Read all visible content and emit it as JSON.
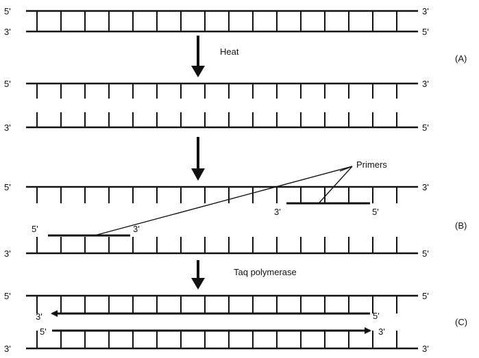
{
  "labels": {
    "five_prime": "5'",
    "three_prime": "3'"
  },
  "steps": {
    "heat": "Heat",
    "primers": "Primers",
    "taq": "Taq polymerase"
  },
  "sections": {
    "a": "(A)",
    "b": "(B)",
    "c": "(C)"
  },
  "colors": {
    "ink": "#111111",
    "background": "#ffffff"
  }
}
